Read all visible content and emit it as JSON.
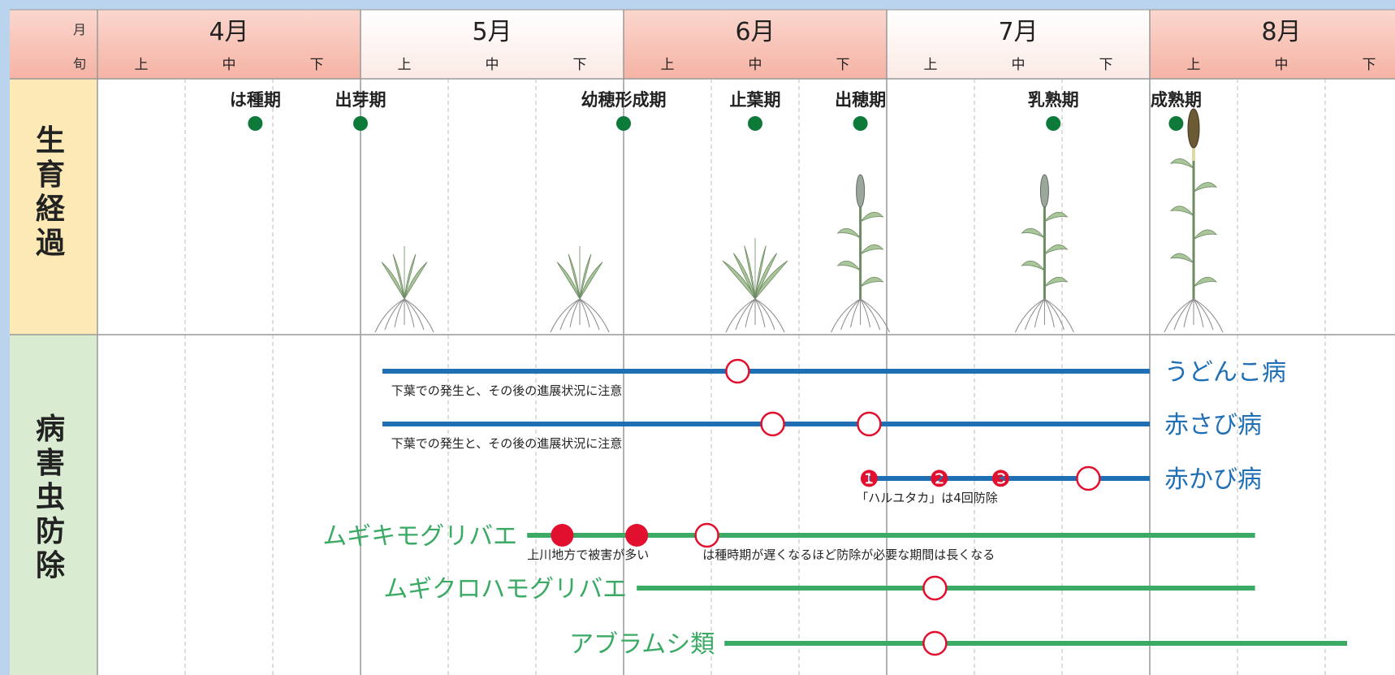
{
  "header": {
    "month_label": "月",
    "decade_label": "旬",
    "months": [
      "4月",
      "5月",
      "6月",
      "7月",
      "8月"
    ],
    "decades": [
      "上",
      "中",
      "下"
    ]
  },
  "sections": {
    "growth": "生育経過",
    "pest": "病害虫防除"
  },
  "stages": [
    {
      "label": "は種期",
      "decade": 1.8
    },
    {
      "label": "出芽期",
      "decade": 3.0
    },
    {
      "label": "幼穂形成期",
      "decade": 6.0
    },
    {
      "label": "止葉期",
      "decade": 7.5
    },
    {
      "label": "出穂期",
      "decade": 8.7
    },
    {
      "label": "乳熟期",
      "decade": 10.9
    },
    {
      "label": "成熟期",
      "decade": 12.3
    }
  ],
  "plants": [
    {
      "decade": 3.5,
      "kind": "seedling"
    },
    {
      "decade": 5.5,
      "kind": "seedling"
    },
    {
      "decade": 7.5,
      "kind": "leafy"
    },
    {
      "decade": 8.7,
      "kind": "heading"
    },
    {
      "decade": 10.8,
      "kind": "heading"
    },
    {
      "decade": 12.5,
      "kind": "ripe"
    }
  ],
  "pests": [
    {
      "name": "うどんこ病",
      "color": "#1f6fb5",
      "name_side": "right",
      "start": 3.25,
      "end": 12.0,
      "markers": [
        {
          "decade": 7.3,
          "type": "open"
        }
      ],
      "notes": [
        {
          "text": "下葉での発生と、その後の進展状況に注意",
          "decade": 3.35
        }
      ]
    },
    {
      "name": "赤さび病",
      "color": "#1f6fb5",
      "name_side": "right",
      "start": 3.25,
      "end": 12.0,
      "markers": [
        {
          "decade": 7.7,
          "type": "open"
        },
        {
          "decade": 8.8,
          "type": "open"
        }
      ],
      "notes": [
        {
          "text": "下葉での発生と、その後の進展状況に注意",
          "decade": 3.35
        }
      ]
    },
    {
      "name": "赤かび病",
      "color": "#1f6fb5",
      "name_side": "right",
      "start": 8.8,
      "end": 12.0,
      "markers": [
        {
          "decade": 8.8,
          "type": "num",
          "label": "❶"
        },
        {
          "decade": 9.6,
          "type": "num",
          "label": "❷"
        },
        {
          "decade": 10.3,
          "type": "num",
          "label": "❸"
        },
        {
          "decade": 11.3,
          "type": "open"
        }
      ],
      "notes": [
        {
          "text": "「ハルユタカ」は4回防除",
          "decade": 8.65
        }
      ]
    },
    {
      "name": "ムギキモグリバエ",
      "color": "#3aaa64",
      "name_side": "left",
      "start": 4.9,
      "end": 13.2,
      "markers": [
        {
          "decade": 5.3,
          "type": "filled"
        },
        {
          "decade": 6.15,
          "type": "filled"
        },
        {
          "decade": 6.95,
          "type": "open"
        }
      ],
      "notes": [
        {
          "text": "上川地方で被害が多い",
          "decade": 4.9
        },
        {
          "text": "は種時期が遅くなるほど防除が必要な期間は長くなる",
          "decade": 6.9
        }
      ]
    },
    {
      "name": "ムギクロハモグリバエ",
      "color": "#3aaa64",
      "name_side": "left",
      "start": 6.15,
      "end": 13.2,
      "markers": [
        {
          "decade": 9.55,
          "type": "open"
        }
      ],
      "notes": []
    },
    {
      "name": "アブラムシ類",
      "color": "#3aaa64",
      "name_side": "left",
      "start": 7.15,
      "end": 14.25,
      "markers": [
        {
          "decade": 9.55,
          "type": "open"
        }
      ],
      "notes": []
    }
  ]
}
